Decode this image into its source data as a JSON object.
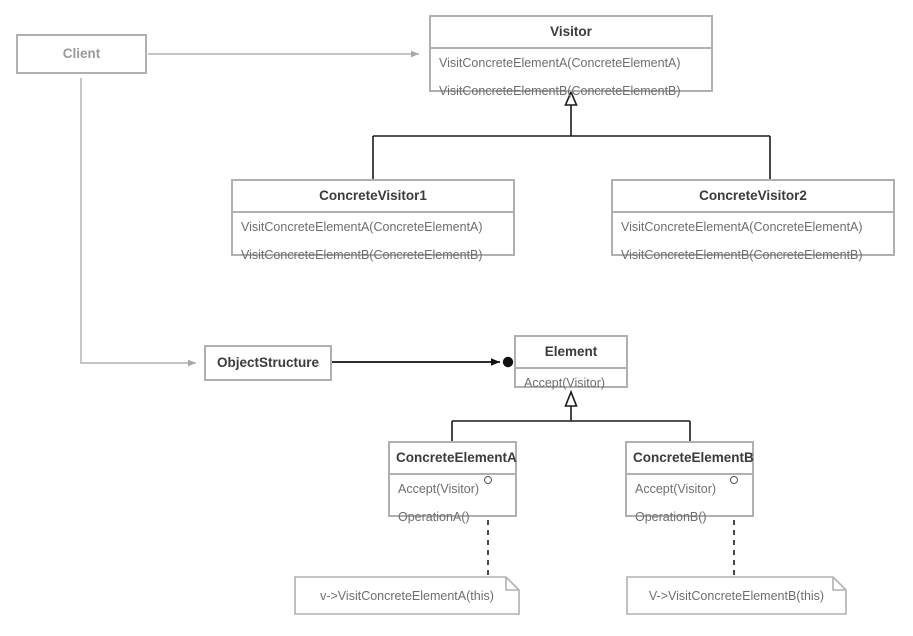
{
  "diagram": {
    "title": "Visitor Pattern Class Diagram",
    "colors": {
      "box_border": "#b0b0b0",
      "title_text": "#3b3b3b",
      "member_text": "#6e6e6e",
      "client_text": "#9a9a9a",
      "edge_dark": "#1a1a1a",
      "edge_light": "#b0b0b0",
      "background": "#ffffff"
    }
  },
  "classes": {
    "client": {
      "name": "Client"
    },
    "visitor": {
      "name": "Visitor",
      "methods": [
        "VisitConcreteElementA(ConcreteElementA)",
        "VisitConcreteElementB(ConcreteElementB)"
      ]
    },
    "concrete_visitor_1": {
      "name": "ConcreteVisitor1",
      "methods": [
        "VisitConcreteElementA(ConcreteElementA)",
        "VisitConcreteElementB(ConcreteElementB)"
      ]
    },
    "concrete_visitor_2": {
      "name": "ConcreteVisitor2",
      "methods": [
        "VisitConcreteElementA(ConcreteElementA)",
        "VisitConcreteElementB(ConcreteElementB)"
      ]
    },
    "object_structure": {
      "name": "ObjectStructure"
    },
    "element": {
      "name": "Element",
      "methods": [
        "Accept(Visitor)"
      ]
    },
    "concrete_element_a": {
      "name": "ConcreteElementA",
      "methods": [
        "Accept(Visitor)",
        "OperationA()"
      ]
    },
    "concrete_element_b": {
      "name": "ConcreteElementB",
      "methods": [
        "Accept(Visitor)",
        "OperationB()"
      ]
    }
  },
  "notes": {
    "note_a": {
      "text": "v->VisitConcreteElementA(this)"
    },
    "note_b": {
      "text": "V->VisitConcreteElementB(this)"
    }
  },
  "relations": [
    {
      "from": "Client",
      "to": "Visitor",
      "type": "association"
    },
    {
      "from": "Client",
      "to": "ObjectStructure",
      "type": "association"
    },
    {
      "from": "ConcreteVisitor1",
      "to": "Visitor",
      "type": "generalization"
    },
    {
      "from": "ConcreteVisitor2",
      "to": "Visitor",
      "type": "generalization"
    },
    {
      "from": "ObjectStructure",
      "to": "Element",
      "type": "aggregation"
    },
    {
      "from": "ConcreteElementA",
      "to": "Element",
      "type": "generalization"
    },
    {
      "from": "ConcreteElementB",
      "to": "Element",
      "type": "generalization"
    },
    {
      "from": "ConcreteElementA",
      "to": "note_a",
      "type": "note-link"
    },
    {
      "from": "ConcreteElementB",
      "to": "note_b",
      "type": "note-link"
    }
  ]
}
